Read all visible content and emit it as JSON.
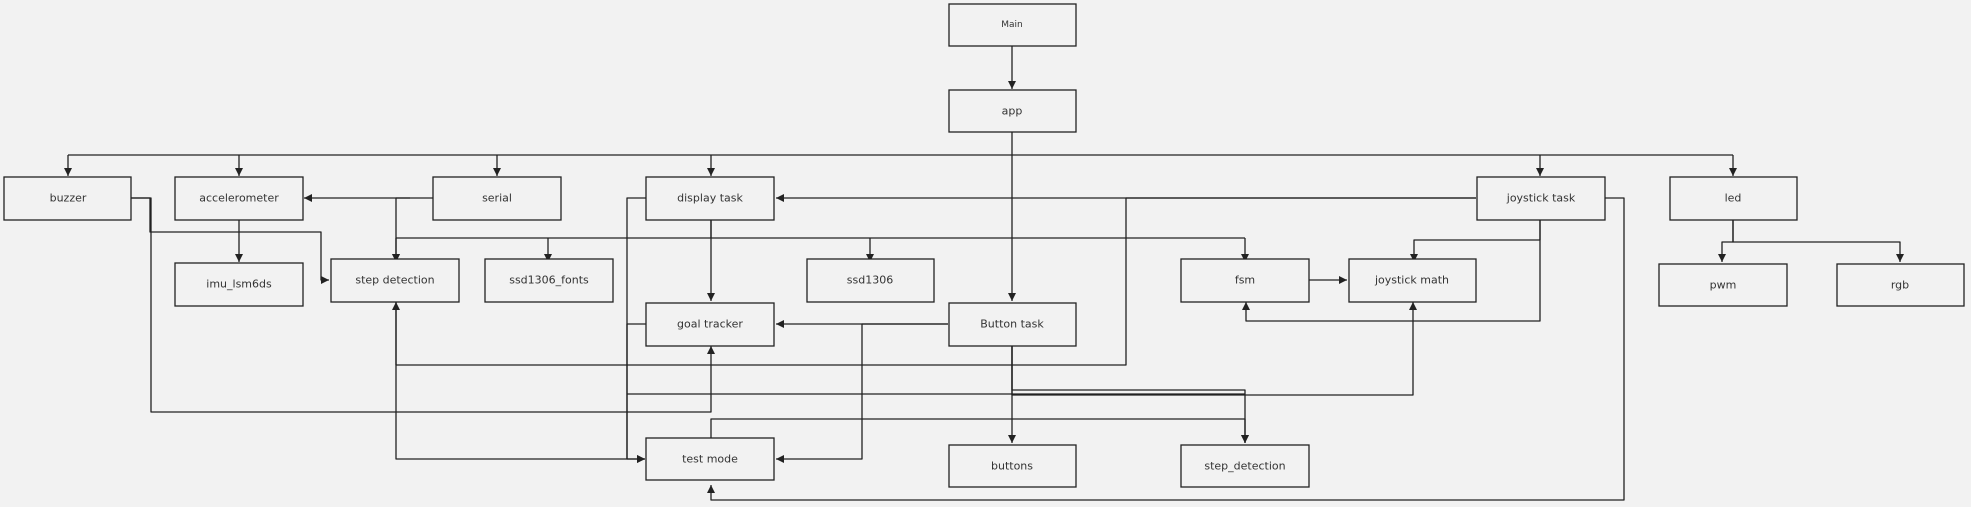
{
  "diagram": {
    "nodes": {
      "main": "Main",
      "app": "app",
      "buzzer": "buzzer",
      "accelerometer": "accelerometer",
      "serial": "serial",
      "display_task": "display task",
      "joystick_task": "joystick task",
      "led": "led",
      "imu_lsm6ds": "imu_lsm6ds",
      "step_detection": "step detection",
      "ssd1306_fonts": "ssd1306_fonts",
      "ssd1306": "ssd1306",
      "fsm": "fsm",
      "joystick_math": "joystick math",
      "pwm": "pwm",
      "rgb": "rgb",
      "goal_tracker": "goal tracker",
      "button_task": "Button task",
      "test_mode": "test mode",
      "buttons": "buttons",
      "step_detection_2": "step_detection"
    },
    "colors": {
      "background": "#f2f2f2",
      "stroke": "#222222",
      "text": "#333333"
    }
  }
}
